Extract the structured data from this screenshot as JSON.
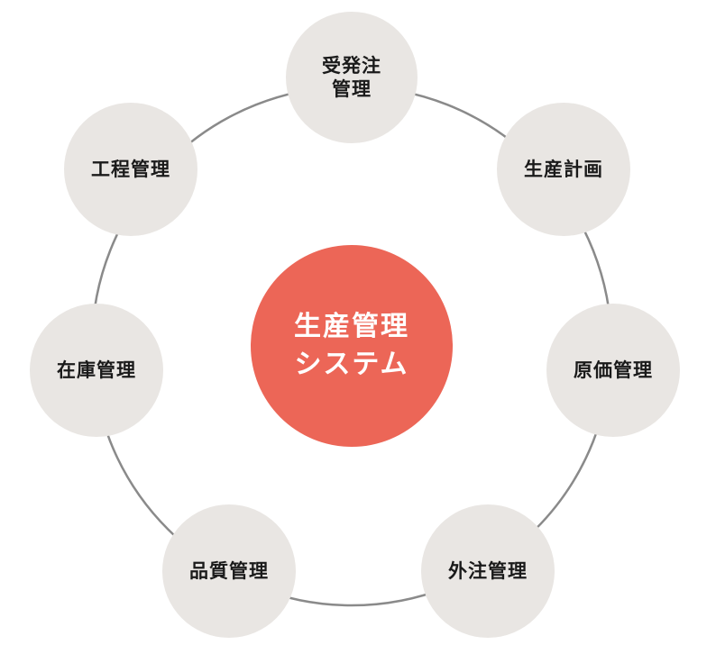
{
  "diagram": {
    "center": {
      "label": "生産管理\nシステム",
      "color": "#ec6657",
      "text_color": "#ffffff"
    },
    "ring_color": "#8a8a8a",
    "node_color": "#e9e6e3",
    "nodes": [
      {
        "id": "order",
        "label": "受発注\n管理"
      },
      {
        "id": "production-plan",
        "label": "生産計画"
      },
      {
        "id": "cost",
        "label": "原価管理"
      },
      {
        "id": "outsourcing",
        "label": "外注管理"
      },
      {
        "id": "quality",
        "label": "品質管理"
      },
      {
        "id": "inventory",
        "label": "在庫管理"
      },
      {
        "id": "process",
        "label": "工程管理"
      }
    ]
  }
}
